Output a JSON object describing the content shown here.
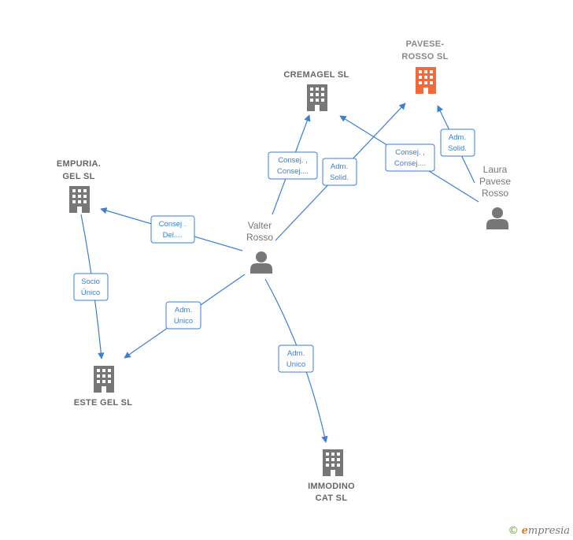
{
  "colors": {
    "company": "#777777",
    "company_highlight": "#f26a3a",
    "person": "#777777",
    "edge": "#3a7fd5"
  },
  "nodes": {
    "cremagel": {
      "label_lines": [
        "CREMAGEL  SL"
      ],
      "icon": "building-icon"
    },
    "pavese": {
      "label_lines": [
        "PAVESE-",
        "ROSSO  SL"
      ],
      "icon": "building-icon-highlight"
    },
    "empuria": {
      "label_lines": [
        "EMPURIA.",
        "GEL  SL"
      ],
      "icon": "building-icon"
    },
    "este": {
      "label_lines": [
        "ESTE GEL SL"
      ],
      "icon": "building-icon"
    },
    "immodino": {
      "label_lines": [
        "IMMODINO",
        "CAT SL"
      ],
      "icon": "building-icon"
    },
    "valter": {
      "label_lines": [
        "Valter",
        "Rosso"
      ],
      "icon": "person-icon"
    },
    "laura": {
      "label_lines": [
        "Laura",
        "Pavese",
        "Rosso"
      ],
      "icon": "person-icon"
    }
  },
  "edges": {
    "valter_cremagel": [
      "Consej. ,",
      "Consej...."
    ],
    "valter_pavese": [
      "Adm.",
      "Solid."
    ],
    "laura_cremagel": [
      "Consej. ,",
      "Consej...."
    ],
    "laura_pavese": [
      "Adm.",
      "Solid."
    ],
    "valter_empuria": [
      "Consej .",
      "Del...."
    ],
    "empuria_este": [
      "Socio",
      "Único"
    ],
    "valter_este": [
      "Adm.",
      "Unico"
    ],
    "valter_immodino": [
      "Adm.",
      "Unico"
    ]
  },
  "brand": {
    "copyright": "©",
    "initial": "e",
    "name": "mpresia"
  }
}
